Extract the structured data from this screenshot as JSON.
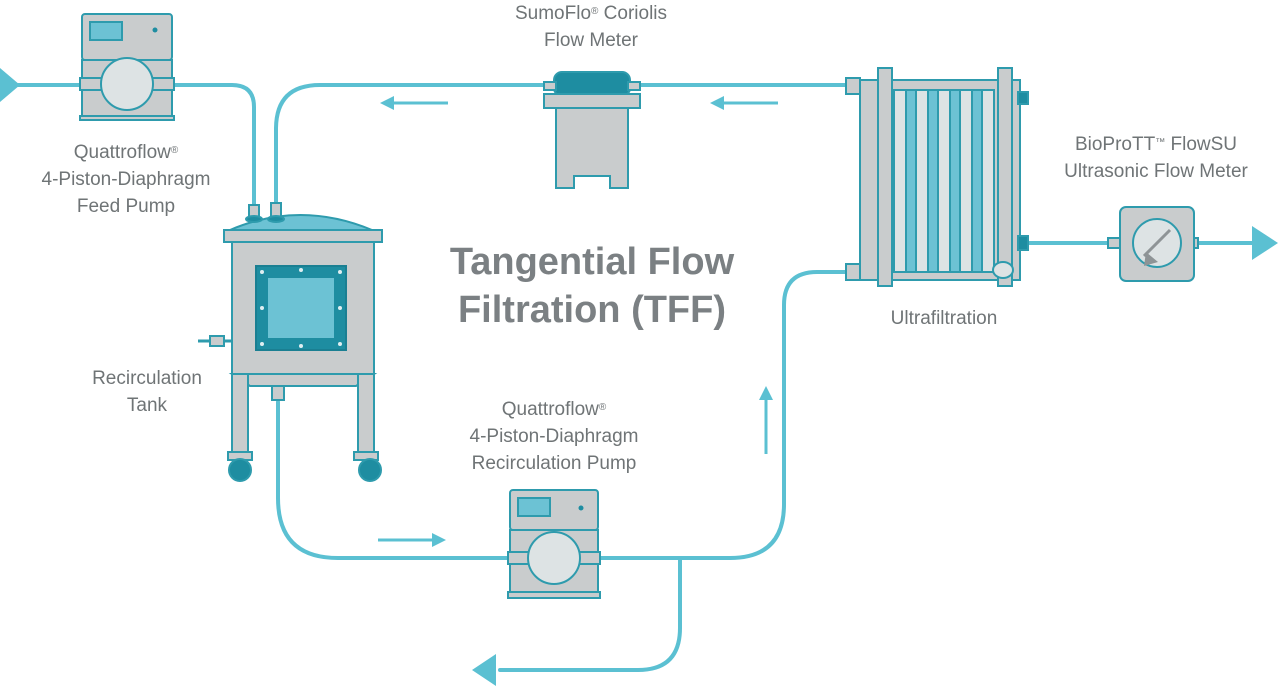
{
  "title": {
    "line1": "Tangential Flow",
    "line2": "Filtration (TFF)"
  },
  "labels": {
    "coriolis": {
      "line1_a": "SumoFlo",
      "line1_sup": "®",
      "line1_b": " Coriolis",
      "line2": "Flow Meter"
    },
    "feed_pump": {
      "line1_a": "Quattroflow",
      "line1_sup": "®",
      "line2": "4-Piston-Diaphragm",
      "line3": "Feed Pump"
    },
    "ultrasonic": {
      "line1_a": "BioProTT",
      "line1_sup": "™",
      "line1_b": " FlowSU",
      "line2": "Ultrasonic Flow Meter"
    },
    "tank": {
      "line1": "Recirculation",
      "line2": "Tank"
    },
    "recirc_pump": {
      "line1_a": "Quattroflow",
      "line1_sup": "®",
      "line2": "4-Piston-Diaphragm",
      "line3": "Recirculation Pump"
    },
    "ultrafiltration": "Ultrafiltration"
  },
  "colors": {
    "pipe": "#5bc0d2",
    "equipment_body": "#c9cccd",
    "equipment_stroke": "#2e9bad",
    "accent_dark": "#1e8da1",
    "screen": "#6cc2d4",
    "label_text": "#6f7476",
    "title_text": "#7b8083"
  }
}
